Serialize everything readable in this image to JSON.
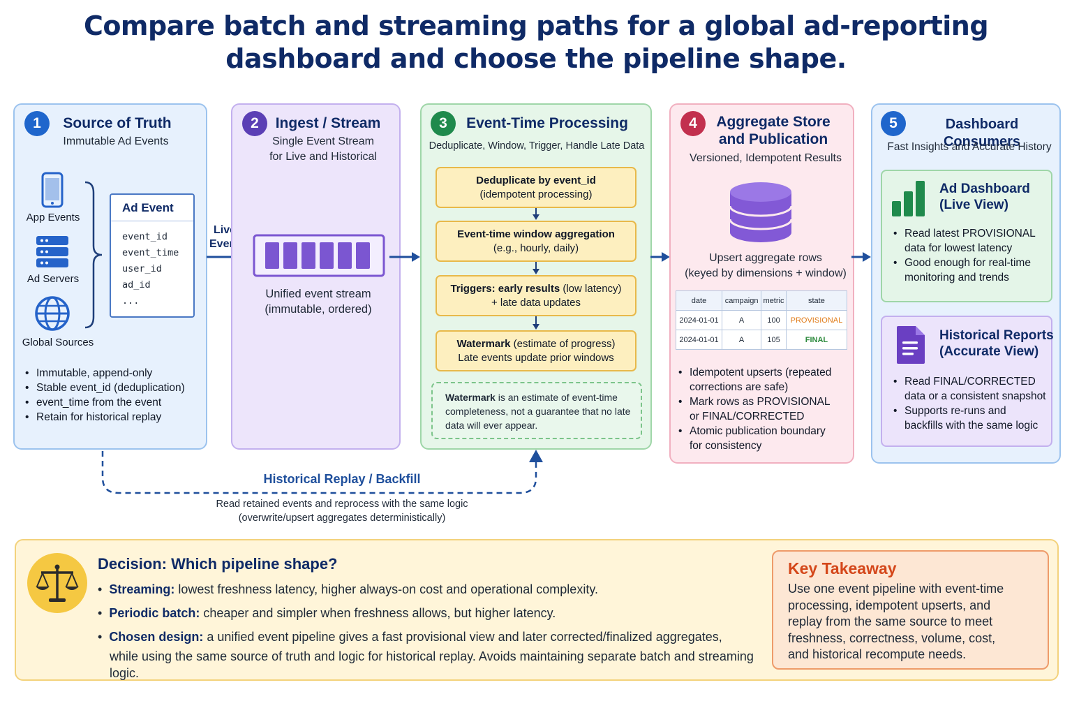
{
  "title": {
    "line1": "Compare batch and streaming paths for a global ad-reporting",
    "line2": "dashboard and choose the pipeline shape."
  },
  "panel1": {
    "number": "1",
    "heading": "Source of Truth",
    "subheading": "Immutable Ad Events",
    "icon_labels": [
      "App Events",
      "Ad Servers",
      "Global Sources"
    ],
    "card_title": "Ad Event",
    "card_fields": [
      "event_id",
      "event_time",
      "user_id",
      "ad_id",
      "..."
    ],
    "bullets": [
      "Immutable, append-only",
      "Stable event_id (deduplication)",
      "event_time from the event",
      "Retain for historical replay"
    ]
  },
  "live_events_label": {
    "line1": "Live",
    "line2": "Events"
  },
  "panel2": {
    "number": "2",
    "heading": "Ingest / Stream",
    "subheading_line1": "Single Event Stream",
    "subheading_line2": "for Live and Historical",
    "caption_line1": "Unified event stream",
    "caption_line2": "(immutable, ordered)"
  },
  "panel3": {
    "number": "3",
    "heading": "Event-Time Processing",
    "subheading": "Deduplicate, Window, Trigger, Handle Late Data",
    "steps": [
      {
        "bold": "Deduplicate by event_id",
        "rest": "",
        "line2": "(idempotent processing)"
      },
      {
        "bold": "Event-time window aggregation",
        "rest": "",
        "line2": "(e.g., hourly, daily)"
      },
      {
        "bold": "Triggers: early results",
        "rest": " (low latency)",
        "line2": "+ late data updates"
      },
      {
        "bold": "Watermark",
        "rest": " (estimate of progress)",
        "line2": "Late events update prior windows"
      }
    ],
    "note_bold": "Watermark",
    "note_rest": " is an estimate of event-time",
    "note_line2": "completeness, not a guarantee that no late",
    "note_line3": "data will ever appear."
  },
  "panel4": {
    "number": "4",
    "heading_line1": "Aggregate Store",
    "heading_line2": "and Publication",
    "subheading": "Versioned, Idempotent Results",
    "db_caption_line1": "Upsert aggregate rows",
    "db_caption_line2": "(keyed by dimensions + window)",
    "table_headers": [
      "date",
      "campaign",
      "metric",
      "state"
    ],
    "table_rows": [
      [
        "2024-01-01",
        "A",
        "100",
        "PROVISIONAL"
      ],
      [
        "2024-01-01",
        "A",
        "105",
        "FINAL"
      ]
    ],
    "bullets": [
      {
        "l1": "Idempotent upserts (repeated",
        "l2": "corrections are safe)"
      },
      {
        "l1": "Mark rows as PROVISIONAL",
        "l2": "or FINAL/CORRECTED"
      },
      {
        "l1": "Atomic publication boundary",
        "l2": "for consistency"
      }
    ]
  },
  "panel5": {
    "number": "5",
    "heading": "Dashboard Consumers",
    "subheading": "Fast Insights and Accurate History",
    "live": {
      "title_line1": "Ad Dashboard",
      "title_line2": "(Live View)",
      "bullets": [
        {
          "l1": "Read latest PROVISIONAL",
          "l2": "data for lowest latency"
        },
        {
          "l1": "Good enough for real-time",
          "l2": "monitoring and trends"
        }
      ]
    },
    "historical": {
      "title_line1": "Historical Reports",
      "title_line2": "(Accurate View)",
      "bullets": [
        {
          "l1": "Read FINAL/CORRECTED",
          "l2": "data or a consistent snapshot"
        },
        {
          "l1": "Supports re-runs and",
          "l2": "backfills with the same logic"
        }
      ]
    }
  },
  "replay": {
    "title": "Historical Replay / Backfill",
    "line1": "Read retained events and reprocess with the same logic",
    "line2": "(overwrite/upsert aggregates deterministically)"
  },
  "decision": {
    "heading": "Decision: Which pipeline shape?",
    "items": [
      {
        "bold": "Streaming:",
        "text": " lowest freshness latency, higher always-on cost and operational complexity.",
        "text2": ""
      },
      {
        "bold": "Periodic batch:",
        "text": "  cheaper and simpler when freshness allows, but higher latency.",
        "text2": ""
      },
      {
        "bold": "Chosen design:",
        "text": " a unified event pipeline gives a fast provisional view and later corrected/finalized aggregates,",
        "text2": "while using the same source of truth and logic for historical replay. Avoids maintaining separate batch and streaming logic."
      }
    ]
  },
  "takeaway": {
    "heading": "Key Takeaway",
    "lines": [
      "Use one event pipeline with event-time",
      "processing, idempotent upserts, and",
      "replay from the same source to meet",
      "freshness, correctness, volume, cost,",
      "and historical recompute needs."
    ]
  },
  "colors": {
    "navy": "#0f2a66",
    "badge_blue": "#1f66cc",
    "badge_purple": "#5b3fb5",
    "badge_green": "#1f8a4c",
    "badge_red": "#c2304e",
    "provisional": "#e07b18",
    "final": "#2e8b3e",
    "takeaway_heading": "#d4471a"
  }
}
